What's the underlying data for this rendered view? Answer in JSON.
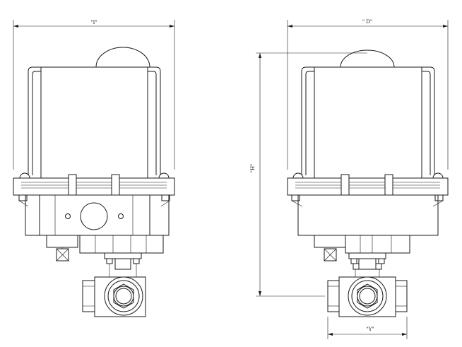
{
  "dimensions": {
    "width_label": "\"I\"",
    "depth_label": "\" D\"",
    "height_label": "\"H\"",
    "valve_label": "\"Y\""
  },
  "colors": {
    "line": "#1a1a1a",
    "background": "#ffffff"
  }
}
